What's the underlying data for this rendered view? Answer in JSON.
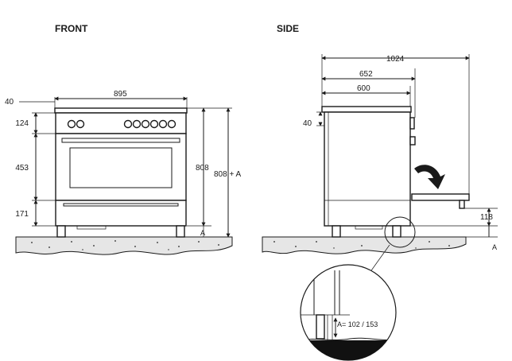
{
  "views": {
    "front_title": "FRONT",
    "side_title": "SIDE"
  },
  "front": {
    "width": "895",
    "top_offset": "40",
    "control_panel": "124",
    "oven_door": "453",
    "drawer": "171",
    "height": "808",
    "height_plus_a": "808 + A",
    "a_label": "A"
  },
  "side": {
    "depth_total": "1024",
    "depth_handle": "652",
    "depth_body": "600",
    "top_offset": "40",
    "drawer_clearance": "118",
    "a_label": "A",
    "detail_note": "A= 102 / 153"
  }
}
